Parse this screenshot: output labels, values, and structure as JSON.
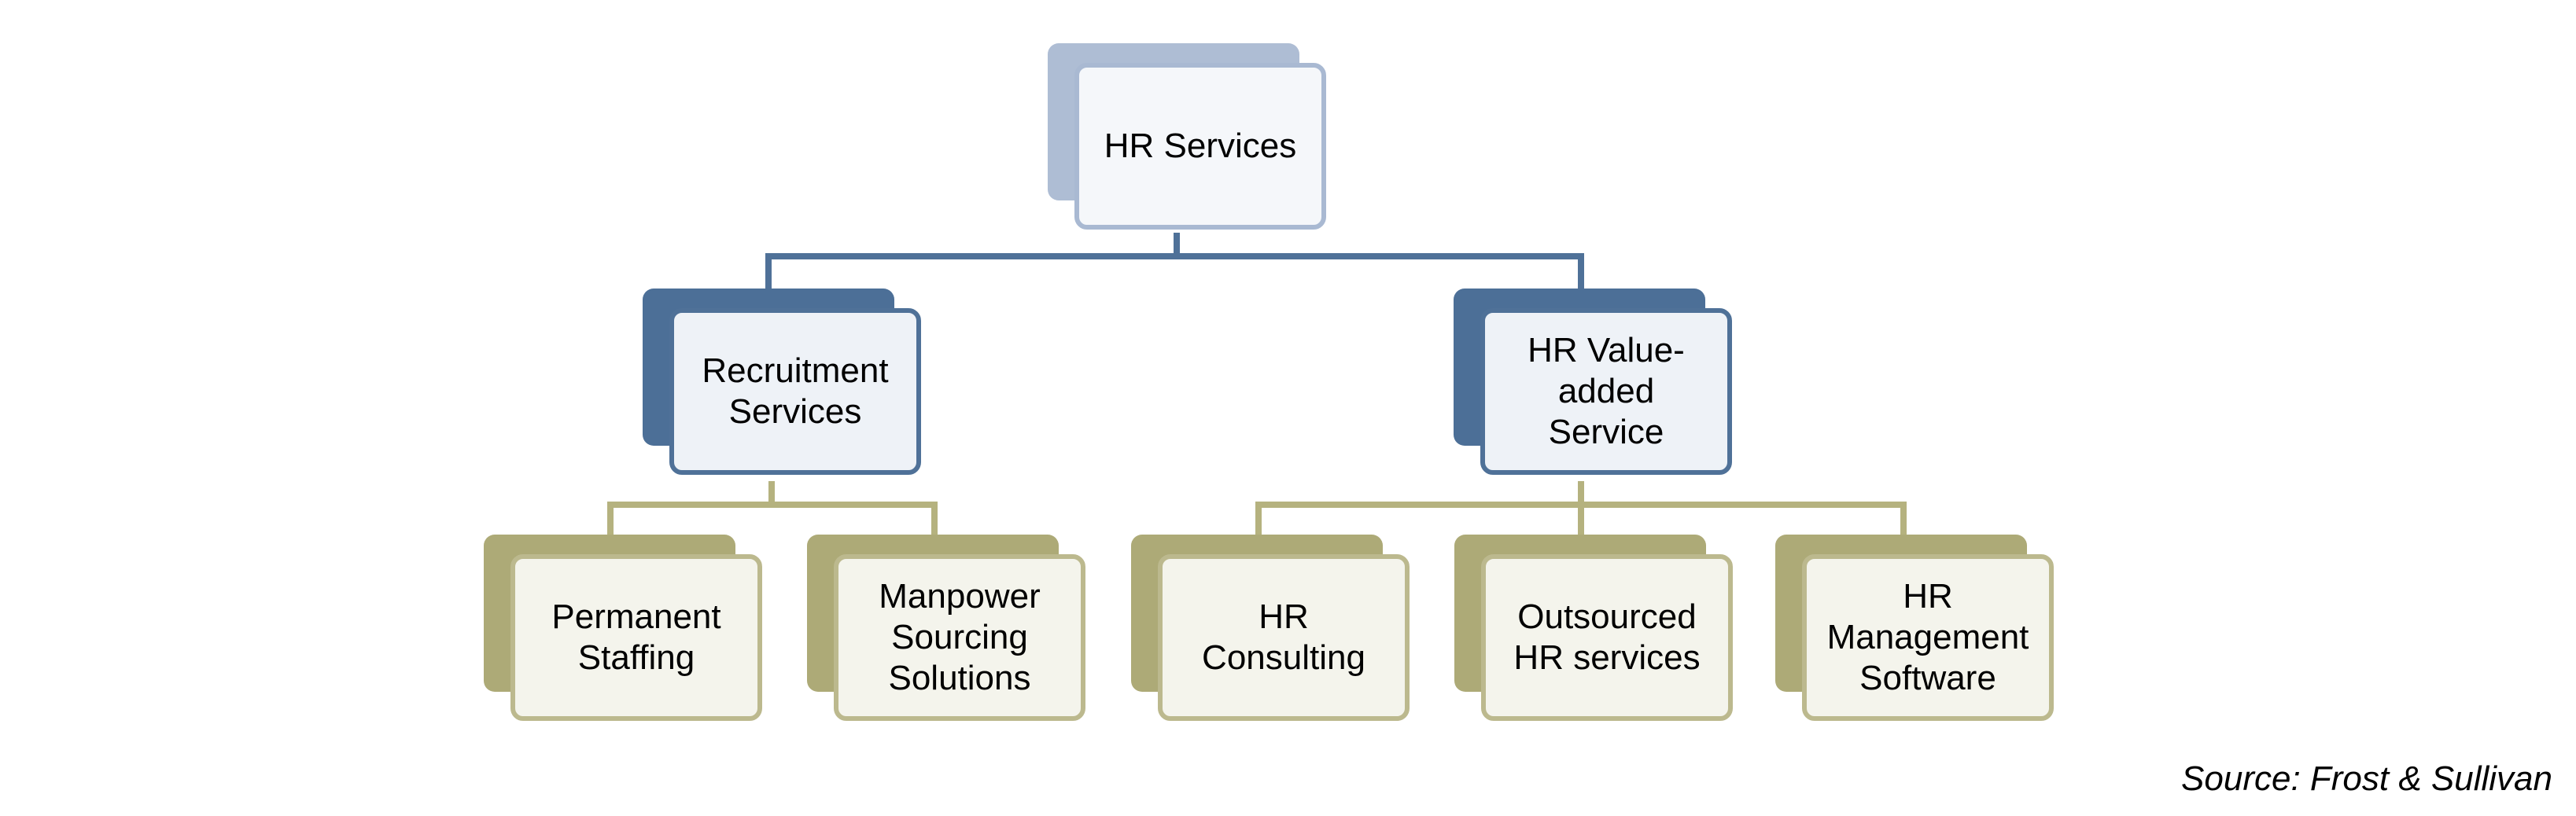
{
  "diagram": {
    "root": {
      "label": "HR Services"
    },
    "level2": [
      {
        "label": "Recruitment Services"
      },
      {
        "label": "HR Value-added Service"
      }
    ],
    "level3": [
      {
        "label": "Permanent Staffing",
        "parent": 0
      },
      {
        "label": "Manpower Sourcing Solutions",
        "parent": 0
      },
      {
        "label": "HR Consulting",
        "parent": 1
      },
      {
        "label": "Outsourced HR services",
        "parent": 1
      },
      {
        "label": "HR Management Software",
        "parent": 1
      }
    ],
    "colors": {
      "root": "#aebdd4",
      "level2": "#4c6f97",
      "level3": "#adaa77",
      "connector_upper": "#4f7198",
      "connector_lower": "#b5b27f"
    }
  },
  "source": "Source: Frost & Sullivan"
}
